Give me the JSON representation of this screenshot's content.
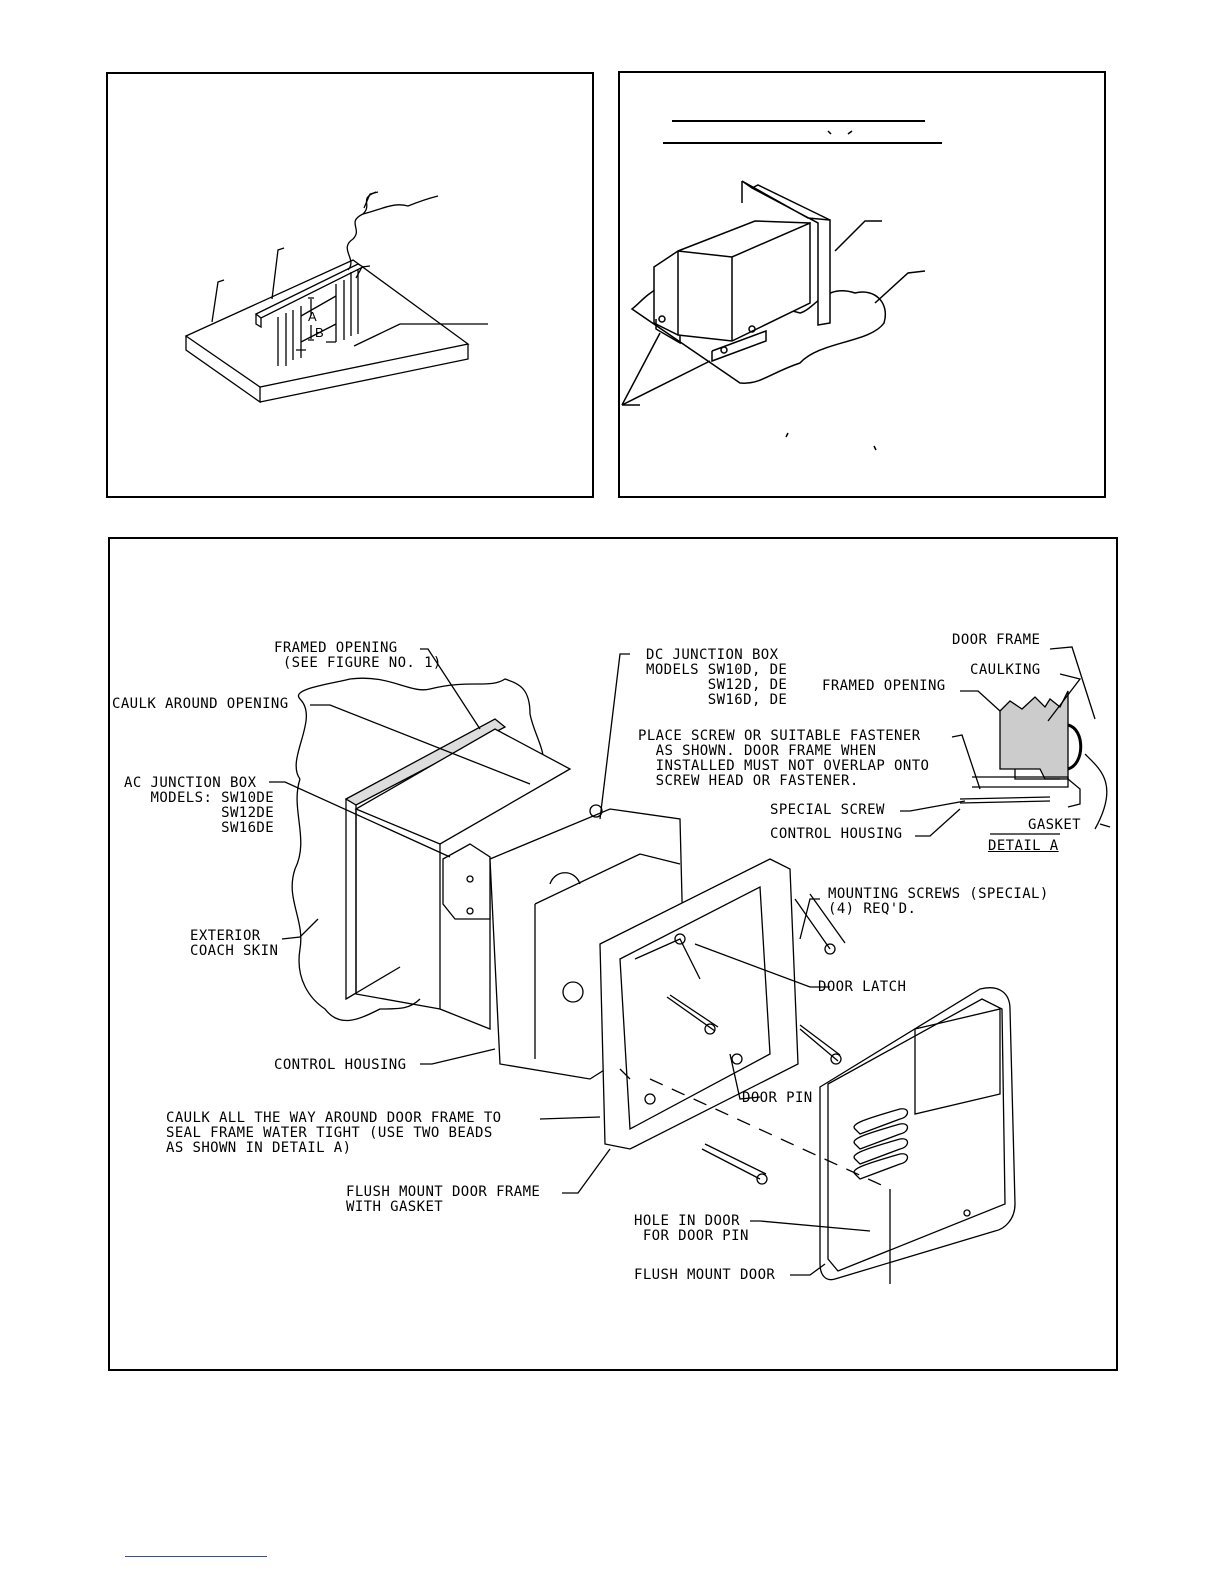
{
  "figure1": {
    "labels": {
      "dim_a": "A",
      "dim_b": "B"
    }
  },
  "figure2": {
    "labels": {}
  },
  "figure3": {
    "labels": {
      "framed_opening": "FRAMED OPENING\n (SEE FIGURE NO. 1)",
      "caulk_around_opening": "CAULK AROUND OPENING",
      "ac_junction_box": "AC JUNCTION BOX\n   MODELS: SW10DE\n           SW12DE\n           SW16DE",
      "exterior_coach_skin": "EXTERIOR\nCOACH SKIN",
      "control_housing": "CONTROL HOUSING",
      "caulk_door_frame": "CAULK ALL THE WAY AROUND DOOR FRAME TO\nSEAL FRAME WATER TIGHT (USE TWO BEADS\nAS SHOWN IN DETAIL A)",
      "flush_mount_door_frame": "FLUSH MOUNT DOOR FRAME\nWITH GASKET",
      "dc_junction_box": "DC JUNCTION BOX\nMODELS SW10D, DE\n       SW12D, DE\n       SW16D, DE",
      "place_screw": "PLACE SCREW OR SUITABLE FASTENER\n  AS SHOWN. DOOR FRAME WHEN\n  INSTALLED MUST NOT OVERLAP ONTO\n  SCREW HEAD OR FASTENER.",
      "special_screw": "SPECIAL SCREW",
      "detail_control_housing": "CONTROL HOUSING",
      "detail_a": "DETAIL A",
      "door_frame": "DOOR FRAME",
      "caulking": "CAULKING",
      "detail_framed_opening": "FRAMED OPENING",
      "gasket": "GASKET",
      "mounting_screws": "MOUNTING SCREWS (SPECIAL)\n(4) REQ'D.",
      "door_latch": "DOOR LATCH",
      "door_pin": "DOOR PIN",
      "hole_in_door": "HOLE IN DOOR\n FOR DOOR PIN",
      "flush_mount_door": "FLUSH MOUNT DOOR"
    }
  }
}
